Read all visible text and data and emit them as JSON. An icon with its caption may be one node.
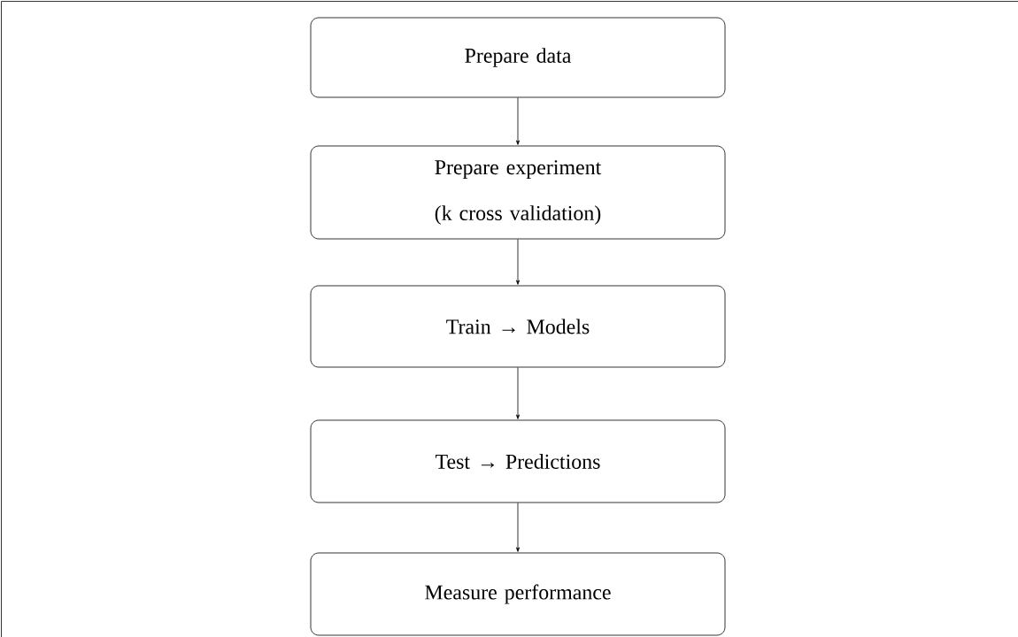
{
  "diagram": {
    "nodes": [
      {
        "text": [
          "Prepare data"
        ]
      },
      {
        "text": [
          "Prepare experiment (k cross validation)"
        ]
      },
      {
        "text": [
          "Train → Models"
        ]
      },
      {
        "text": [
          "Test → Predictions"
        ]
      },
      {
        "text": [
          "Measure performance"
        ]
      }
    ],
    "edges": [
      {
        "from": 0,
        "to": 1,
        "arrow": "to"
      },
      {
        "from": 1,
        "to": 2,
        "arrow": "to"
      },
      {
        "from": 2,
        "to": 3,
        "arrow": "to"
      },
      {
        "from": 3,
        "to": 4,
        "arrow": "to"
      }
    ]
  }
}
